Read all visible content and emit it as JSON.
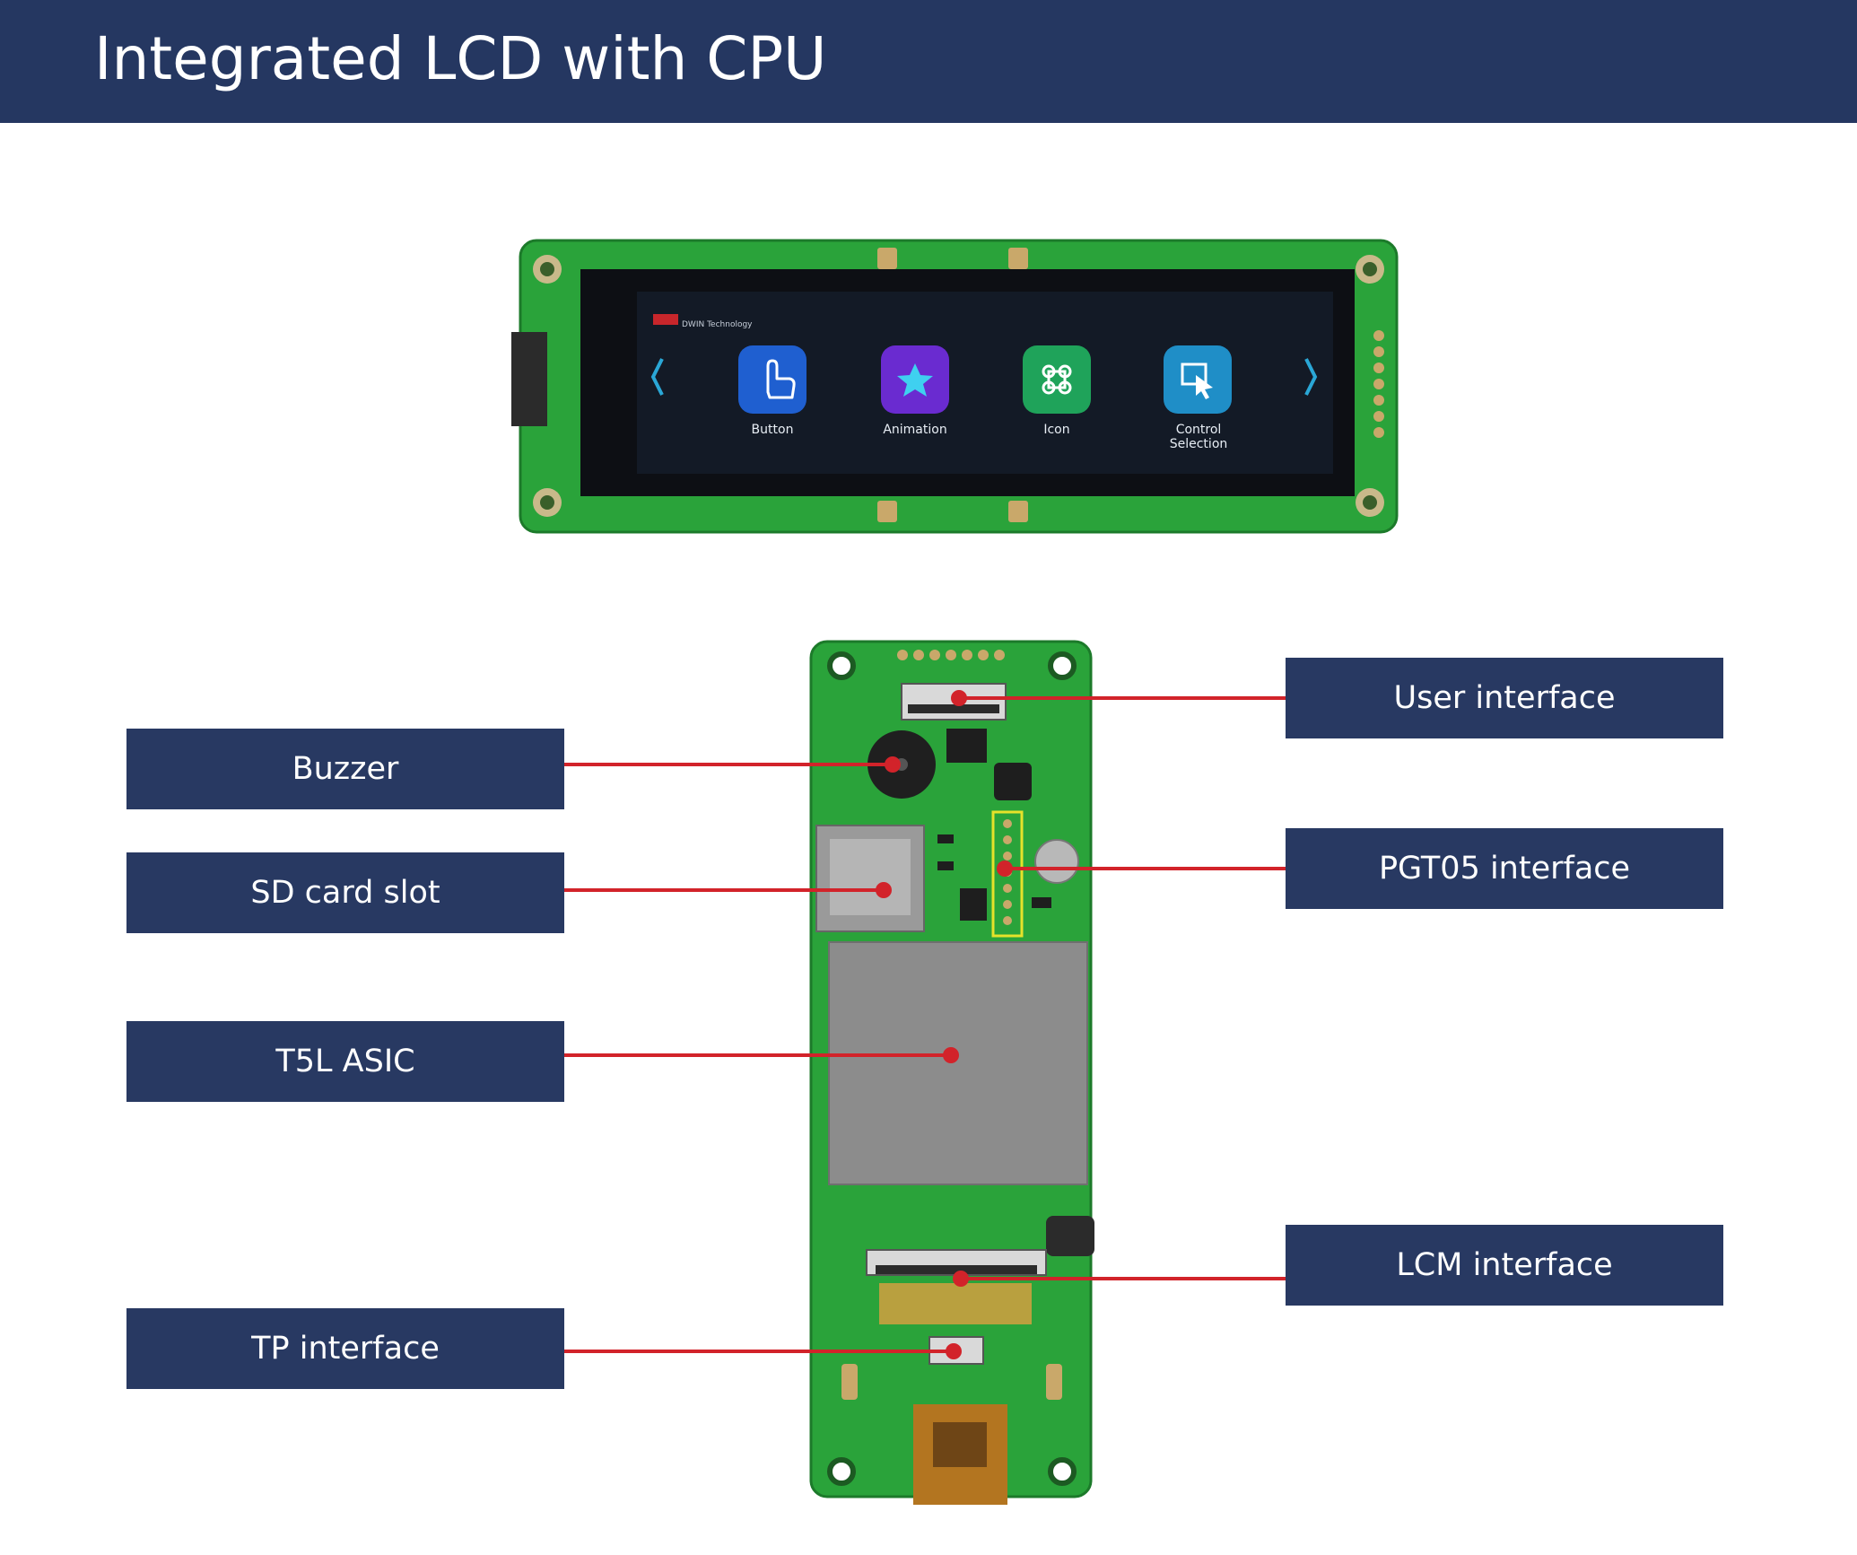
{
  "header": {
    "title": "Integrated LCD with CPU"
  },
  "display_ui": {
    "brand_text": "DWIN Technology",
    "items": [
      {
        "label": "Button",
        "icon": "hand-pointer-icon",
        "color": "#1f5fd0"
      },
      {
        "label": "Animation",
        "icon": "star-icon",
        "color": "#6a2bd0"
      },
      {
        "label": "Icon",
        "icon": "command-icon",
        "color": "#1fa35a"
      },
      {
        "label_line1": "Control",
        "label_line2": "Selection",
        "icon": "cursor-select-icon",
        "color": "#1f8ec7"
      }
    ]
  },
  "callouts": {
    "user_interface": "User interface",
    "buzzer": "Buzzer",
    "pgt05_interface": "PGT05 interface",
    "sd_card_slot": "SD card slot",
    "t5l_asic": "T5L ASIC",
    "lcm_interface": "LCM interface",
    "tp_interface": "TP interface"
  },
  "colors": {
    "header_bg": "#253761",
    "label_bg": "#283962",
    "callout_line": "#d2232a",
    "pcb_green": "#2aa33a"
  }
}
